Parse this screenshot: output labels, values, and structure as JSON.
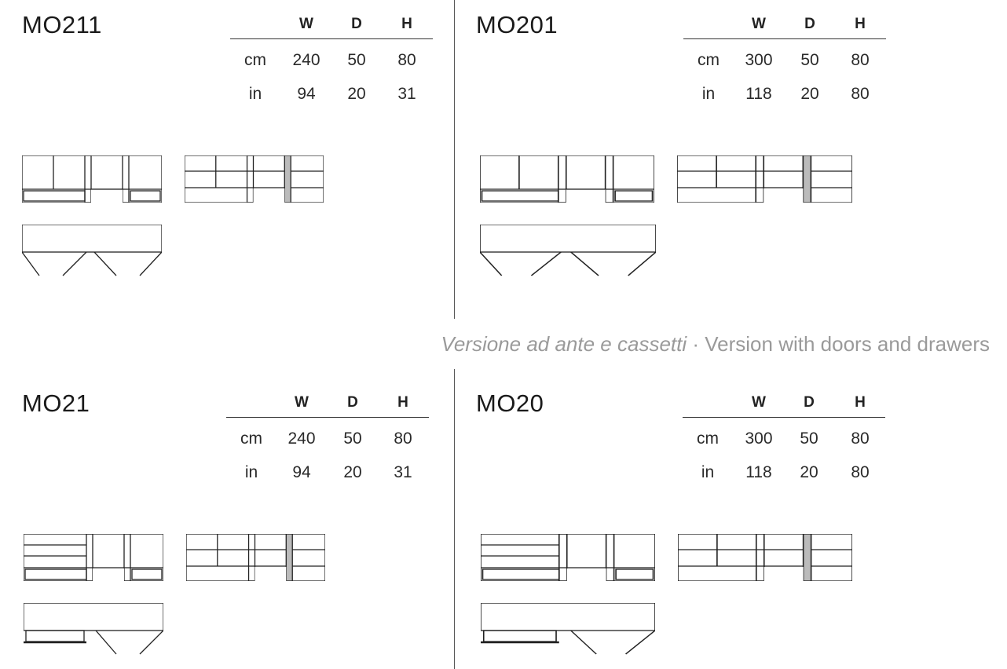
{
  "caption": {
    "italian": "Versione ad ante e cassetti",
    "separator": " · ",
    "english": "Version with doors and drawers"
  },
  "headers": {
    "w": "W",
    "d": "D",
    "h": "H"
  },
  "products": [
    {
      "code": "MO211",
      "cm": {
        "unit": "cm",
        "w": "240",
        "d": "50",
        "h": "80"
      },
      "in": {
        "unit": "in",
        "w": "94",
        "d": "20",
        "h": "31"
      }
    },
    {
      "code": "MO201",
      "cm": {
        "unit": "cm",
        "w": "300",
        "d": "50",
        "h": "80"
      },
      "in": {
        "unit": "in",
        "w": "118",
        "d": "20",
        "h": "80"
      }
    },
    {
      "code": "MO21",
      "cm": {
        "unit": "cm",
        "w": "240",
        "d": "50",
        "h": "80"
      },
      "in": {
        "unit": "in",
        "w": "94",
        "d": "20",
        "h": "31"
      }
    },
    {
      "code": "MO20",
      "cm": {
        "unit": "cm",
        "w": "300",
        "d": "50",
        "h": "80"
      },
      "in": {
        "unit": "in",
        "w": "118",
        "d": "20",
        "h": "80"
      }
    }
  ]
}
